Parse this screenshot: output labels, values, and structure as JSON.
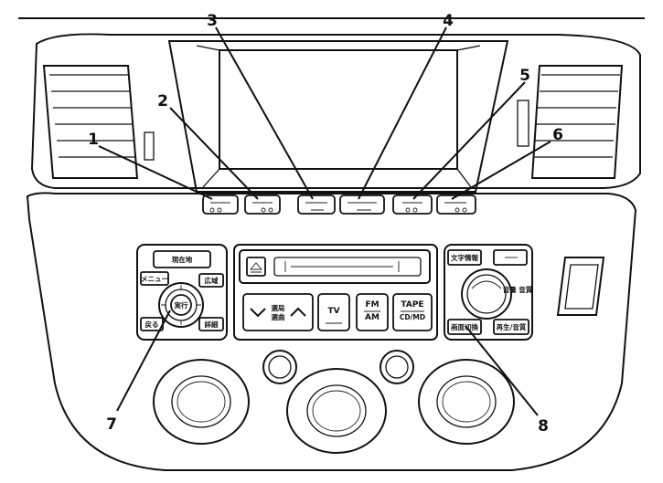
{
  "callouts": [
    "1",
    "2",
    "3",
    "4",
    "5",
    "6",
    "7",
    "8"
  ],
  "left_panel": {
    "top_button": "現在地",
    "menu_button": "メニュー",
    "wide_button": "広域",
    "enter_button": "実行",
    "back_button": "戻る",
    "detail_button": "詳細"
  },
  "center_panel": {
    "select_button": [
      "選局",
      "選曲"
    ],
    "tv_button": "TV",
    "fm_am_button": [
      "FM",
      "AM"
    ],
    "tape_cd_button": [
      "TAPE",
      "CD/MD"
    ]
  },
  "right_panel": {
    "text_info_button": "文字情報",
    "sound_button": "音量 音質",
    "screen_switch_button": "画面切換",
    "display_button": "再生/音質"
  }
}
